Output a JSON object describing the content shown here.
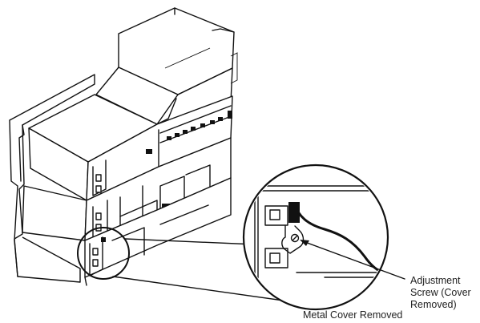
{
  "labels": {
    "adjustment_screw_line1": "Adjustment",
    "adjustment_screw_line2": "Screw (Cover",
    "adjustment_screw_line3": "Removed)",
    "metal_cover_removed": "Metal Cover Removed"
  },
  "colors": {
    "line": "#111111",
    "background": "#ffffff"
  }
}
